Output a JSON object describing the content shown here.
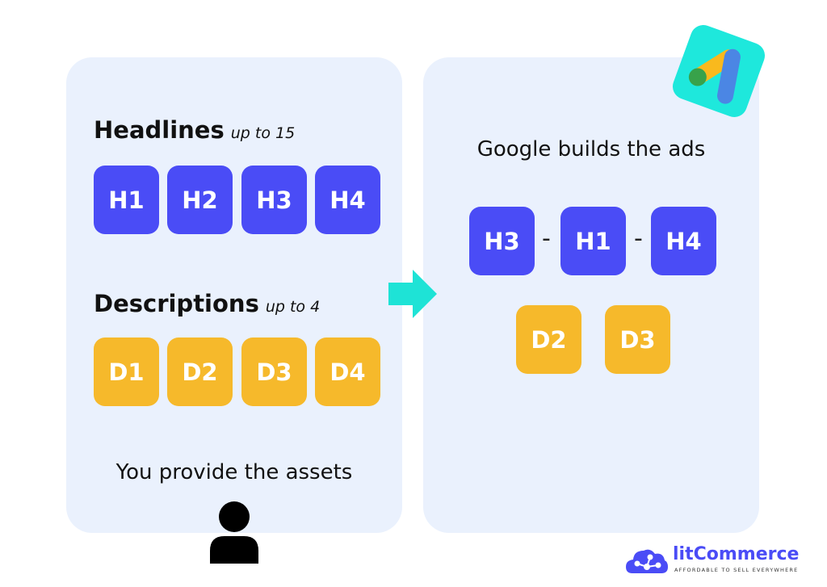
{
  "left_panel": {
    "headlines_title": "Headlines",
    "headlines_note": "up to 15",
    "headlines": [
      "H1",
      "H2",
      "H3",
      "H4"
    ],
    "descriptions_title": "Descriptions",
    "descriptions_note": "up to 4",
    "descriptions": [
      "D1",
      "D2",
      "D3",
      "D4"
    ],
    "caption": "You provide the assets"
  },
  "right_panel": {
    "caption": "Google builds the ads",
    "headlines": [
      "H3",
      "H1",
      "H4"
    ],
    "separator": "-",
    "descriptions": [
      "D2",
      "D3"
    ]
  },
  "brand": {
    "name": "litCommerce",
    "tagline": "AFFORDABLE TO SELL EVERYWHERE"
  },
  "colors": {
    "panel": "#eaf1fd",
    "headline": "#4a4cf6",
    "description": "#f6b92b",
    "arrow": "#1ee3d6",
    "brand": "#4a4cf6"
  }
}
